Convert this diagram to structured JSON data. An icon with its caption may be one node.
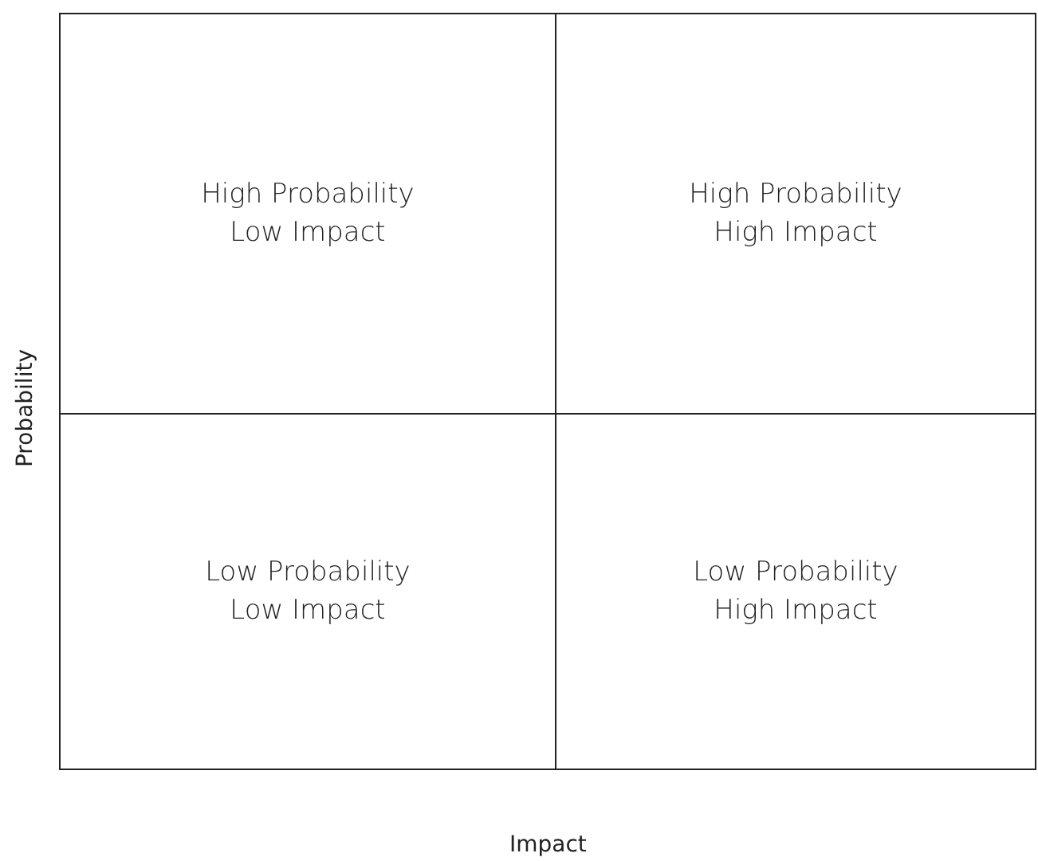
{
  "diagram": {
    "nodes": [
      {
        "text": [
          "High Probability Low Impact"
        ]
      },
      {
        "text": [
          "High Probability High Impact"
        ]
      },
      {
        "text": [
          "Low Probability Low Impact"
        ]
      },
      {
        "text": [
          "Low Probability High Impact"
        ]
      }
    ],
    "labels": [
      "Probability",
      "Impact"
    ]
  }
}
